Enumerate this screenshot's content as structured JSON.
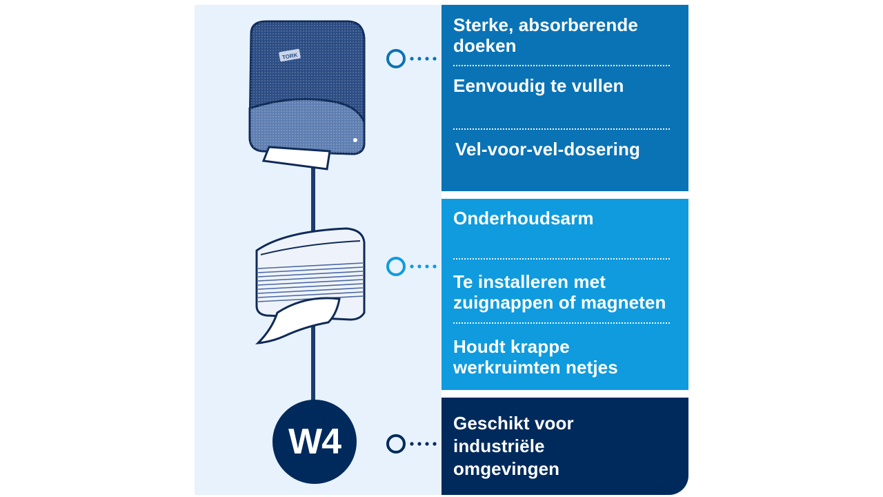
{
  "product_badge": "W4",
  "brand_label": "TORK",
  "colors": {
    "panel_bg": "#e8f2fc",
    "card_mid_blue": "#0a73b5",
    "card_light_blue": "#0f9bde",
    "card_navy": "#002a5c"
  },
  "groups": [
    {
      "connector_icon": "circle-dots-connector-icon",
      "features": [
        "Sterke, absorberende\ndoeken",
        "Eenvoudig te vullen",
        "Vel-voor-vel-dosering"
      ]
    },
    {
      "connector_icon": "circle-dots-connector-icon",
      "features": [
        "Onderhoudsarm",
        "Te installeren met\nzuignappen of magneten",
        "Houdt krappe\nwerkruimten netjes"
      ]
    },
    {
      "connector_icon": "circle-dots-connector-icon",
      "features": [
        "Geschikt voor\nindustriële\nomgevingen"
      ]
    }
  ]
}
